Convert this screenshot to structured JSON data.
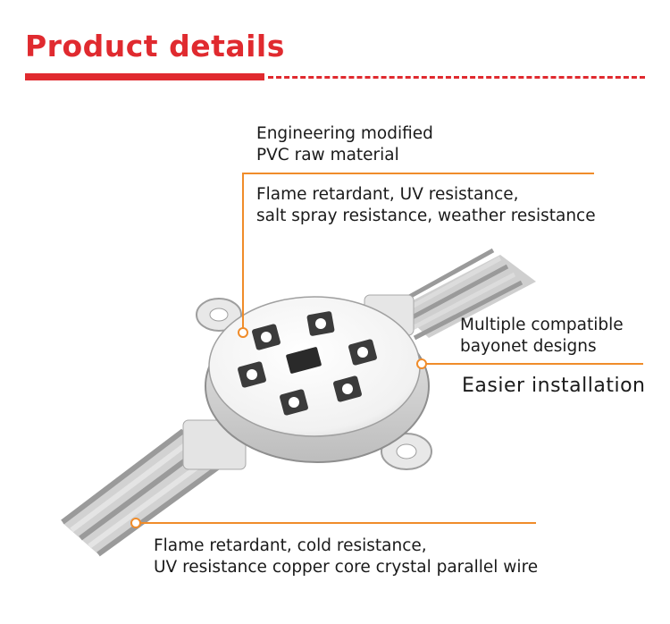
{
  "header": {
    "title": "Product details"
  },
  "callouts": {
    "material": {
      "line1": "Engineering modified",
      "line2": "PVC raw material"
    },
    "resistance": {
      "line1": "Flame retardant, UV resistance,",
      "line2": "salt spray resistance, weather resistance"
    },
    "bayonet": {
      "line1": "Multiple compatible",
      "line2": "bayonet designs"
    },
    "installation": {
      "text": "Easier installation"
    },
    "wire": {
      "line1": "Flame retardant, cold resistance,",
      "line2": "UV resistance copper core crystal parallel wire"
    }
  },
  "colors": {
    "brand_red": "#e02a2f",
    "leader_orange": "#f08c2a"
  },
  "icons": [
    "led-chip-icon",
    "ic-chip-icon"
  ]
}
